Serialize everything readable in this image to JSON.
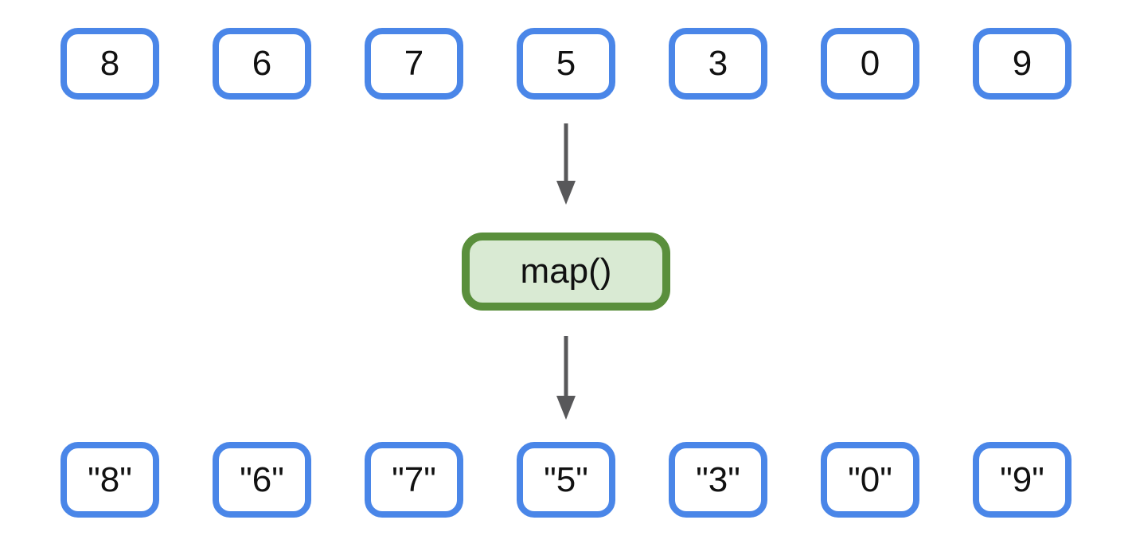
{
  "diagram": {
    "input_row": [
      "8",
      "6",
      "7",
      "5",
      "3",
      "0",
      "9"
    ],
    "function_box": {
      "label": "map()"
    },
    "output_row": [
      "\"8\"",
      "\"6\"",
      "\"7\"",
      "\"5\"",
      "\"3\"",
      "\"0\"",
      "\"9\""
    ],
    "colors": {
      "box_border": "#4A86E8",
      "box_fill": "#FFFFFF",
      "map_border": "#5A8F3C",
      "map_fill": "#D9EAD3",
      "arrow": "#58585A",
      "text": "#111111",
      "background": "#FFFFFF"
    }
  }
}
